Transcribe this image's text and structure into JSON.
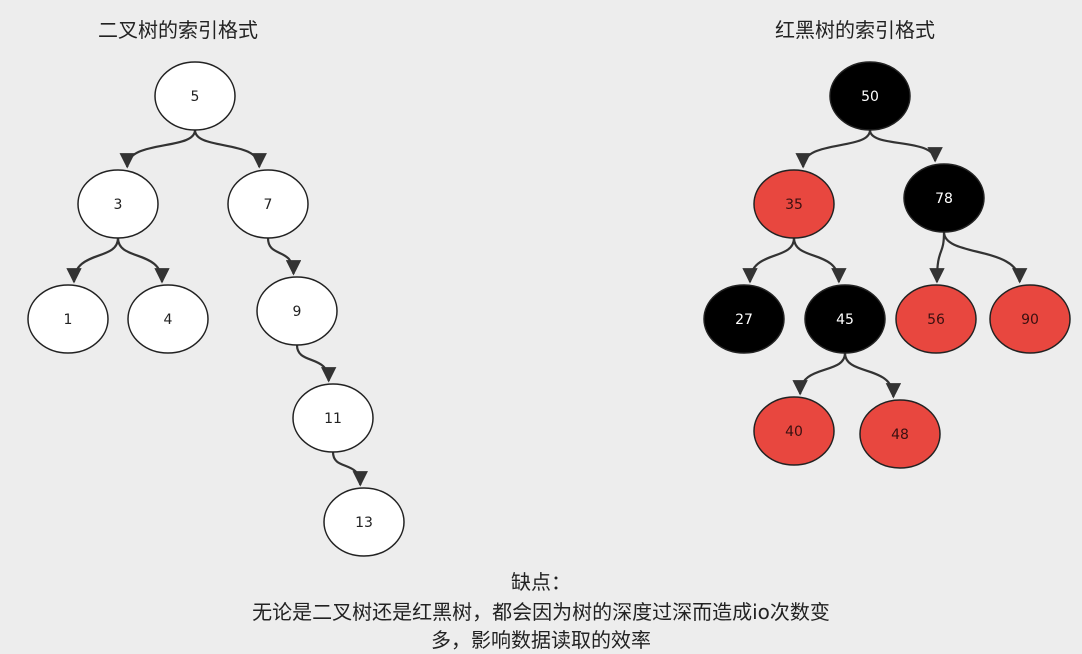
{
  "titles": {
    "binary_tree": "二叉树的索引格式",
    "red_black_tree": "红黑树的索引格式"
  },
  "colors": {
    "background": "#ededed",
    "node_white": "#ffffff",
    "node_black": "#000000",
    "node_red": "#e8473f",
    "edge": "#333333"
  },
  "binary_tree": {
    "nodes": [
      {
        "id": "b5",
        "label": "5",
        "color": "white"
      },
      {
        "id": "b3",
        "label": "3",
        "color": "white"
      },
      {
        "id": "b7",
        "label": "7",
        "color": "white"
      },
      {
        "id": "b1",
        "label": "1",
        "color": "white"
      },
      {
        "id": "b4",
        "label": "4",
        "color": "white"
      },
      {
        "id": "b9",
        "label": "9",
        "color": "white"
      },
      {
        "id": "b11",
        "label": "11",
        "color": "white"
      },
      {
        "id": "b13",
        "label": "13",
        "color": "white"
      }
    ],
    "edges": [
      [
        "b5",
        "b3"
      ],
      [
        "b5",
        "b7"
      ],
      [
        "b3",
        "b1"
      ],
      [
        "b3",
        "b4"
      ],
      [
        "b7",
        "b9"
      ],
      [
        "b9",
        "b11"
      ],
      [
        "b11",
        "b13"
      ]
    ]
  },
  "red_black_tree": {
    "nodes": [
      {
        "id": "r50",
        "label": "50",
        "color": "black"
      },
      {
        "id": "r35",
        "label": "35",
        "color": "red"
      },
      {
        "id": "r78",
        "label": "78",
        "color": "black"
      },
      {
        "id": "r27",
        "label": "27",
        "color": "black"
      },
      {
        "id": "r45",
        "label": "45",
        "color": "black"
      },
      {
        "id": "r56",
        "label": "56",
        "color": "red"
      },
      {
        "id": "r90",
        "label": "90",
        "color": "red"
      },
      {
        "id": "r40",
        "label": "40",
        "color": "red"
      },
      {
        "id": "r48",
        "label": "48",
        "color": "red"
      }
    ],
    "edges": [
      [
        "r50",
        "r35"
      ],
      [
        "r50",
        "r78"
      ],
      [
        "r35",
        "r27"
      ],
      [
        "r35",
        "r45"
      ],
      [
        "r78",
        "r56"
      ],
      [
        "r78",
        "r90"
      ],
      [
        "r45",
        "r40"
      ],
      [
        "r45",
        "r48"
      ]
    ]
  },
  "caption": {
    "line1": "缺点：",
    "line2": "无论是二叉树还是红黑树，都会因为树的深度过深而造成io次数变",
    "line3": "多，影响数据读取的效率"
  }
}
